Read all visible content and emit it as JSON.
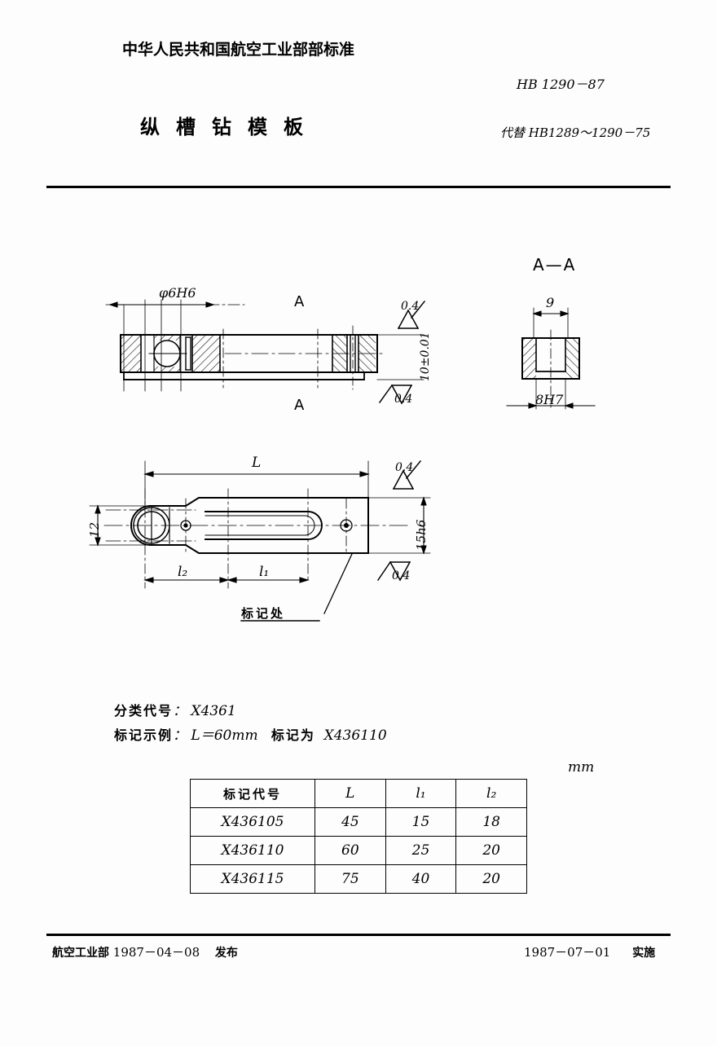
{
  "header": {
    "organization": "中华人民共和国航空工业部部标准",
    "standard_number": "HB 1290－87",
    "title": "纵槽钻模板",
    "replaces": "代替 HB1289～1290－75"
  },
  "drawing": {
    "section_view_title": "A—A",
    "section_marks": {
      "top": "A",
      "bottom": "A"
    },
    "dimensions": {
      "bore_top": "φ6H6",
      "thickness": "10±0.01",
      "section_width": "9",
      "section_bore": "8H7",
      "plan_length": "L",
      "plan_l1": "l₁",
      "plan_l2": "l₂",
      "plan_height_left": "12",
      "plan_height_right": "15h6"
    },
    "surface_finish": {
      "top_upper": "0.4",
      "top_lower": "0.4",
      "plan_upper": "0.4",
      "plan_lower": "0.4"
    },
    "annotation_mark_location": "标记处"
  },
  "notes": {
    "classification_label": "分类代号",
    "classification_value": "X4361",
    "marking_example_label": "标记示例",
    "marking_example_value": "L＝60mm",
    "marking_example_as_label": "标记为",
    "marking_example_code": "X436110"
  },
  "table": {
    "unit": "mm",
    "headers": [
      "标记代号",
      "L",
      "l₁",
      "l₂"
    ],
    "rows": [
      {
        "code": "X436105",
        "L": "45",
        "l1": "15",
        "l2": "18"
      },
      {
        "code": "X436110",
        "L": "60",
        "l1": "25",
        "l2": "20"
      },
      {
        "code": "X436115",
        "L": "75",
        "l1": "40",
        "l2": "20"
      }
    ]
  },
  "footer": {
    "issuer": "航空工业部",
    "issue_date": "1987－04－08",
    "issue_label": "发布",
    "effective_date": "1987－07－01",
    "effective_label": "实施"
  }
}
